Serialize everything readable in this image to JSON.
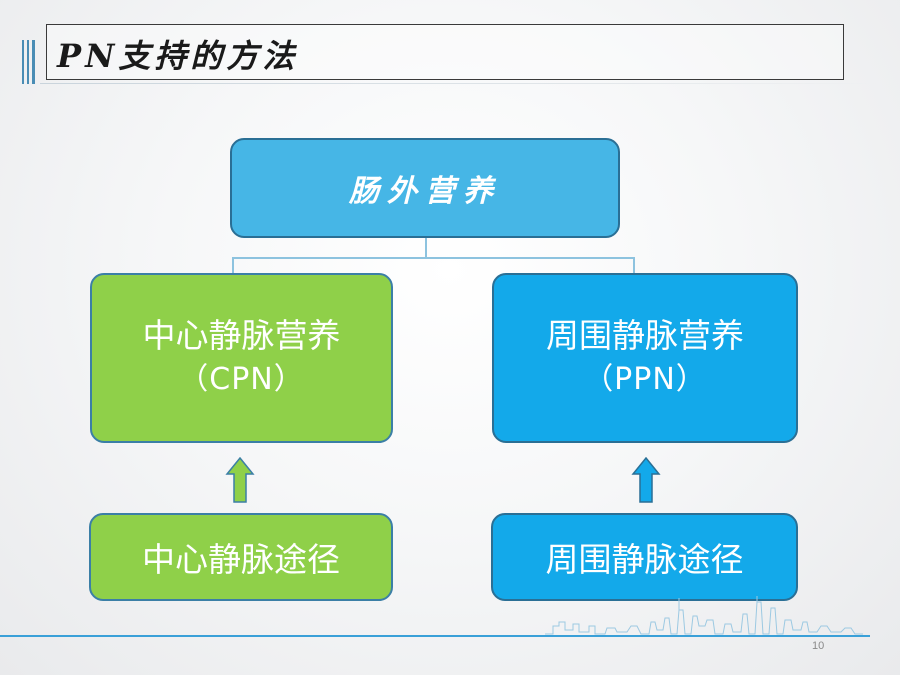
{
  "title": "PN支持的方法",
  "diagram": {
    "root": "肠外营养",
    "branches": [
      {
        "label": "中心静脉营养",
        "abbr": "（CPN）",
        "route": "中心静脉途径",
        "color": "#8fd049"
      },
      {
        "label": "周围静脉营养",
        "abbr": "（PPN）",
        "route": "周围静脉途径",
        "color": "#13a9ea"
      }
    ]
  },
  "colors": {
    "root_box": "#46b6e6",
    "accent_line": "#3aa0d8"
  },
  "page_number": "10"
}
